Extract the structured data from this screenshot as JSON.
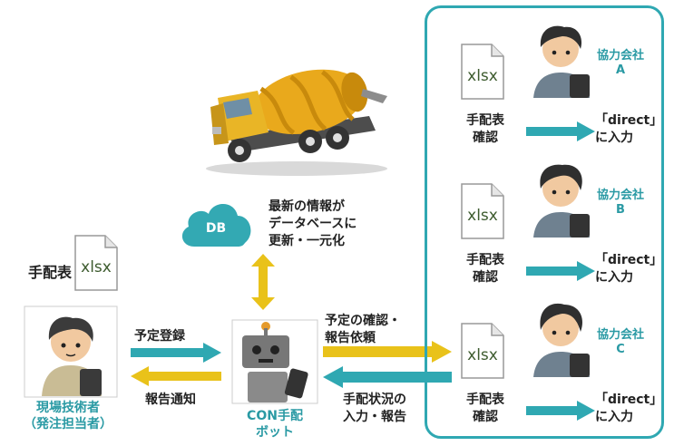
{
  "db": {
    "label": "DB",
    "caption_lines": [
      "最新の情報が",
      "データベースに",
      "更新・一元化"
    ]
  },
  "left": {
    "sheet_label": "手配表",
    "file_label": "xlsx",
    "person_name_lines": [
      "現場技術者",
      "（発注担当者）"
    ]
  },
  "arrows": {
    "register": "予定登録",
    "notify": "報告通知",
    "check_request_lines": [
      "予定の確認・",
      "報告依頼"
    ],
    "status_input_lines": [
      "手配状況の",
      "入力・報告"
    ]
  },
  "bot": {
    "name_lines": [
      "CON手配",
      "ボット"
    ]
  },
  "partners": [
    {
      "name_lines": [
        "協力会社",
        "A"
      ],
      "file_label": "xlsx",
      "check_lines": [
        "手配表",
        "確認"
      ],
      "input_lines": [
        "「direct」",
        "に入力"
      ]
    },
    {
      "name_lines": [
        "協力会社",
        "B"
      ],
      "file_label": "xlsx",
      "check_lines": [
        "手配表",
        "確認"
      ],
      "input_lines": [
        "「direct」",
        "に入力"
      ]
    },
    {
      "name_lines": [
        "協力会社",
        "C"
      ],
      "file_label": "xlsx",
      "check_lines": [
        "手配表",
        "確認"
      ],
      "input_lines": [
        "「direct」",
        "に入力"
      ]
    }
  ],
  "colors": {
    "teal": "#2fa8b2",
    "yellow": "#e9c21a",
    "truck": "#e9a91c"
  }
}
